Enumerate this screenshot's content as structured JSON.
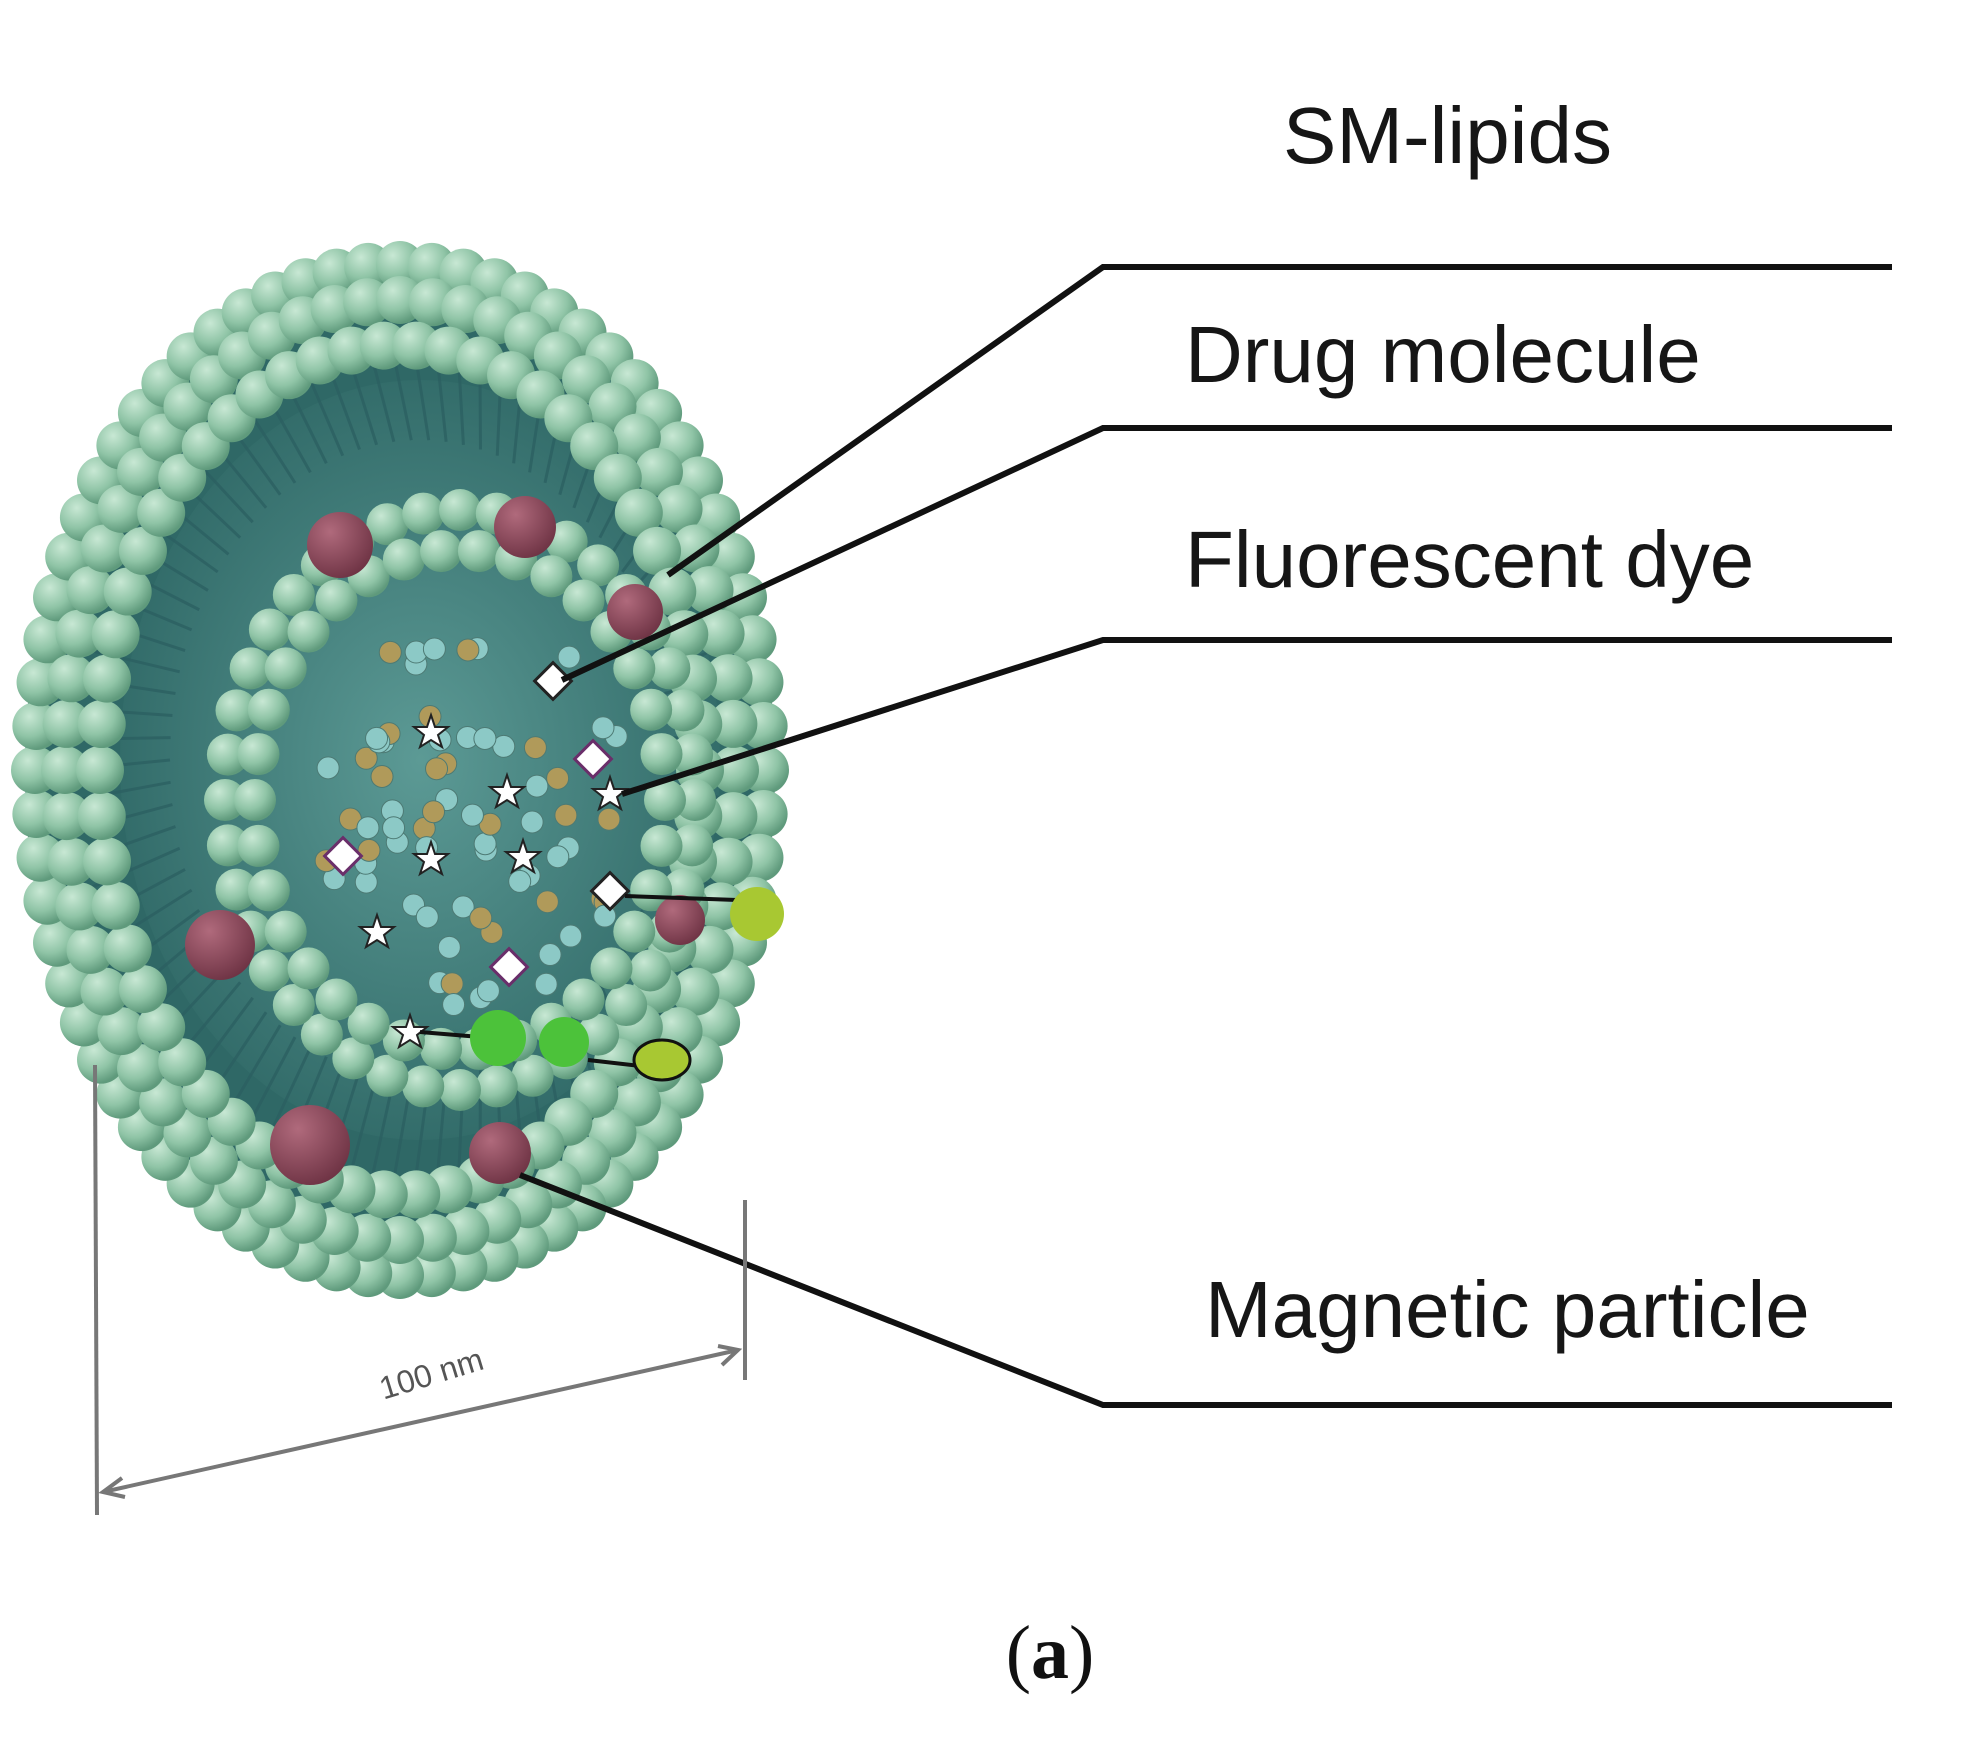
{
  "labels": {
    "sm_lipids": "SM-lipids",
    "drug_molecule": "Drug molecule",
    "fluorescent_dye": "Fluorescent dye",
    "magnetic_particle": "Magnetic particle"
  },
  "scale_bar": "100 nm",
  "caption": {
    "open": "(",
    "letter": "a",
    "close": ")"
  },
  "colors": {
    "lipid_head": "#8fc4a6",
    "lipid_tail": "#2e6f6f",
    "core": "#3d7f7c",
    "magnetic_particle": "#8a4a5a",
    "gold_bead": "#b09a5a",
    "cyan_bead": "#8cc9c6",
    "dye_green": "#4cc23a",
    "dye_yellow_green": "#a8c832",
    "leader_line": "#111111",
    "scale_line": "#777777"
  }
}
